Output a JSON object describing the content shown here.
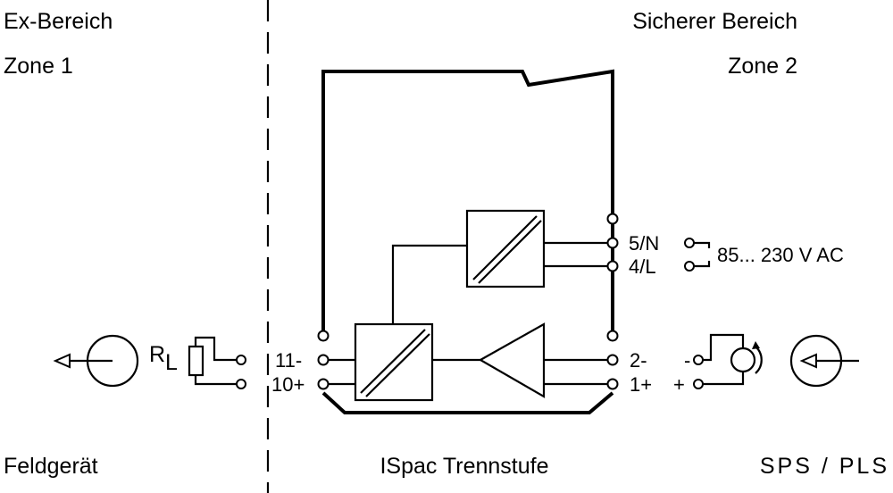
{
  "zones": {
    "left_title": "Ex-Bereich",
    "left_zone": "Zone 1",
    "right_title": "Sicherer Bereich",
    "right_zone": "Zone 2"
  },
  "labels": {
    "field_device": "Feldgerät",
    "module_name": "ISpac Trennstufe",
    "controller": "SPS / PLS",
    "resistor_main": "R",
    "resistor_sub": "L",
    "power_supply": "85... 230 V AC"
  },
  "terminals": {
    "t11": "11-",
    "t10": "10+",
    "t5": "5/N",
    "t4": "4/L",
    "t2": "2-",
    "t1": "1+",
    "minus": "-",
    "plus": "+"
  }
}
